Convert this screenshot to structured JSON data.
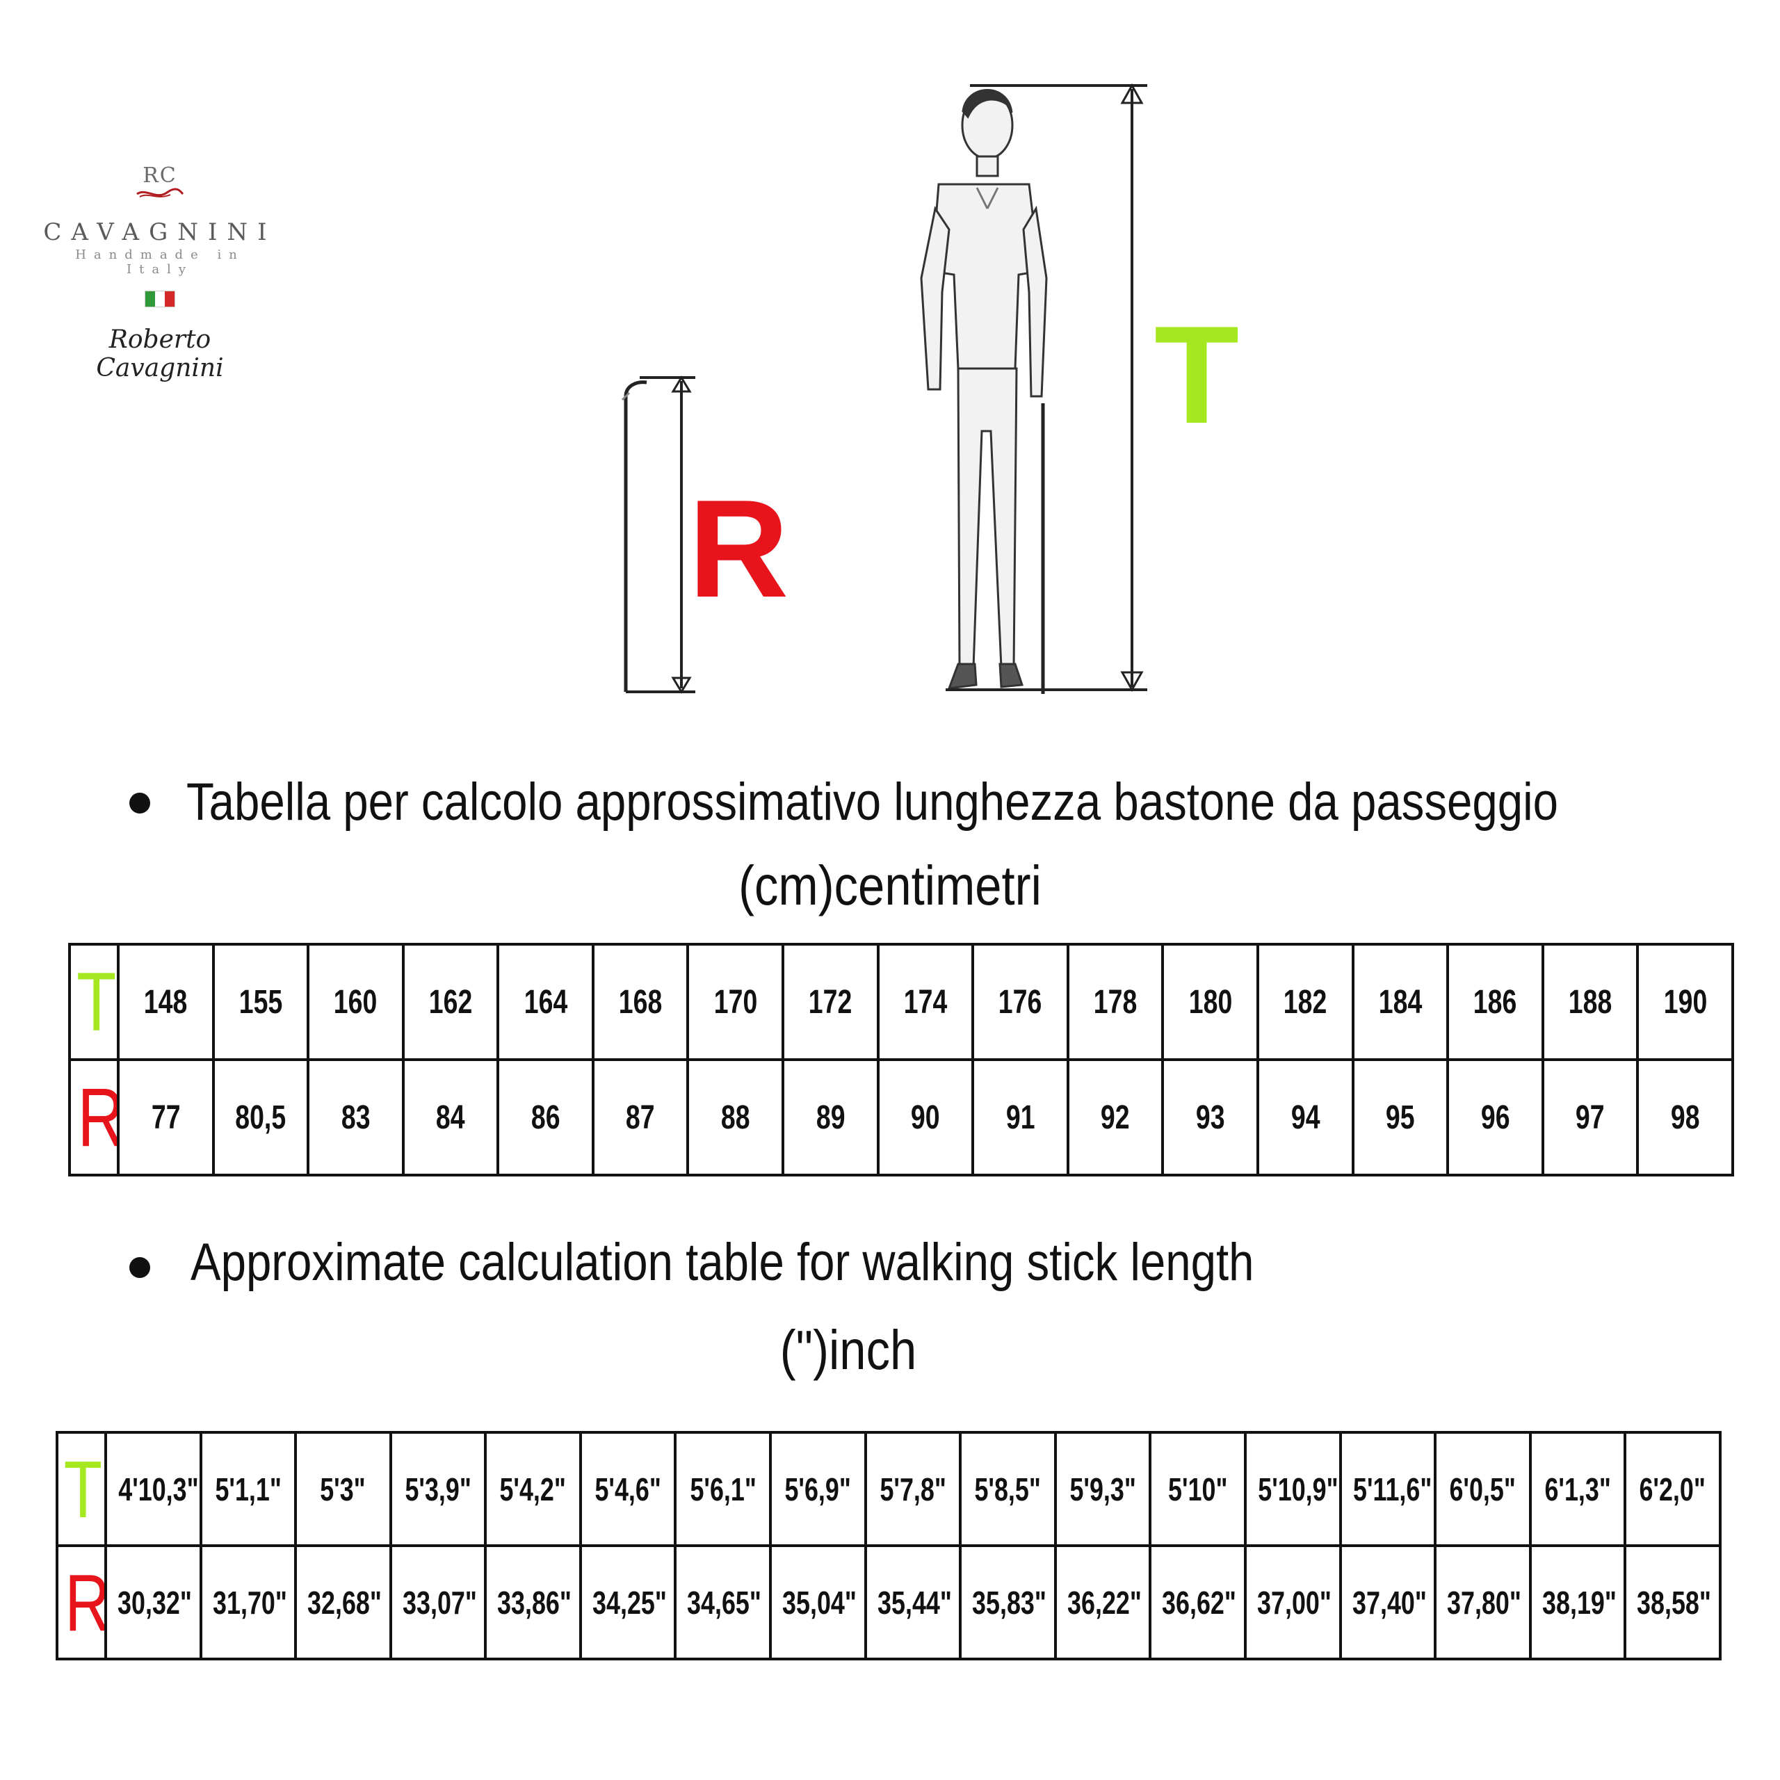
{
  "brand": {
    "initials": "RC",
    "name": "CAVAGNINI",
    "tagline": "Handmade in Italy",
    "signature": "Roberto Cavagnini",
    "flag_colors": [
      "#2e9a3a",
      "#ffffff",
      "#d62828"
    ]
  },
  "figure": {
    "label_r": "R",
    "label_t": "T"
  },
  "colors": {
    "t": "#a6e820",
    "r": "#e8141c"
  },
  "cm_section": {
    "title": "Tabella per calcolo approssimativo lunghezza bastone da passeggio",
    "unit": "(cm)centimetri",
    "row_t_label": "T",
    "row_r_label": "R",
    "t": [
      "148",
      "155",
      "160",
      "162",
      "164",
      "168",
      "170",
      "172",
      "174",
      "176",
      "178",
      "180",
      "182",
      "184",
      "186",
      "188",
      "190"
    ],
    "r": [
      "77",
      "80,5",
      "83",
      "84",
      "86",
      "87",
      "88",
      "89",
      "90",
      "91",
      "92",
      "93",
      "94",
      "95",
      "96",
      "97",
      "98"
    ]
  },
  "inch_section": {
    "title": "Approximate calculation table for walking stick length",
    "unit": "(\")inch",
    "row_t_label": "T",
    "row_r_label": "R",
    "t": [
      "4'10,3\"",
      "5'1,1\"",
      "5'3\"",
      "5'3,9\"",
      "5'4,2\"",
      "5'4,6\"",
      "5'6,1\"",
      "5'6,9\"",
      "5'7,8\"",
      "5'8,5\"",
      "5'9,3\"",
      "5'10\"",
      "5'10,9\"",
      "5'11,6\"",
      "6'0,5\"",
      "6'1,3\"",
      "6'2,0\""
    ],
    "r": [
      "30,32\"",
      "31,70\"",
      "32,68\"",
      "33,07\"",
      "33,86\"",
      "34,25\"",
      "34,65\"",
      "35,04\"",
      "35,44\"",
      "35,83\"",
      "36,22\"",
      "36,62\"",
      "37,00\"",
      "37,40\"",
      "37,80\"",
      "38,19\"",
      "38,58\""
    ]
  }
}
